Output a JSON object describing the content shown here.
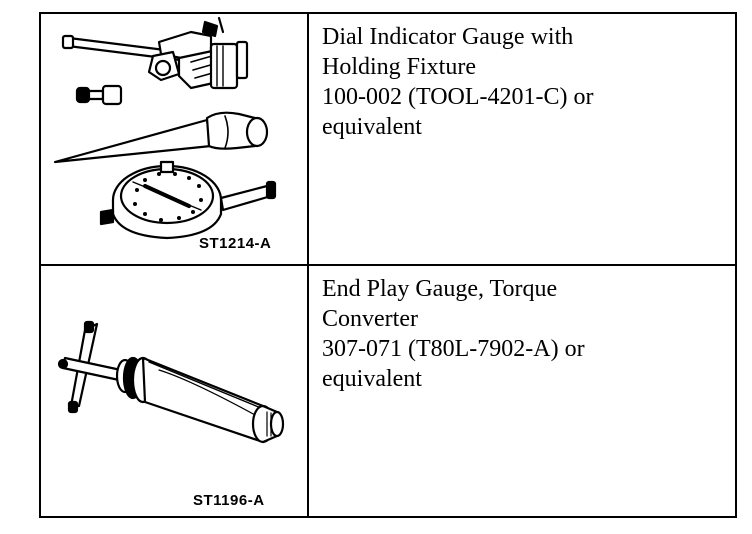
{
  "tools": [
    {
      "figure_id": "ST1214-A",
      "description": "Dial Indicator Gauge with\nHolding Fixture\n100-002 (TOOL-4201-C) or\nequivalent",
      "icon": "dial-indicator-gauge-icon"
    },
    {
      "figure_id": "ST1196-A",
      "description": "End Play Gauge, Torque\nConverter\n307-071 (T80L-7902-A) or\nequivalent",
      "icon": "end-play-gauge-icon"
    }
  ]
}
